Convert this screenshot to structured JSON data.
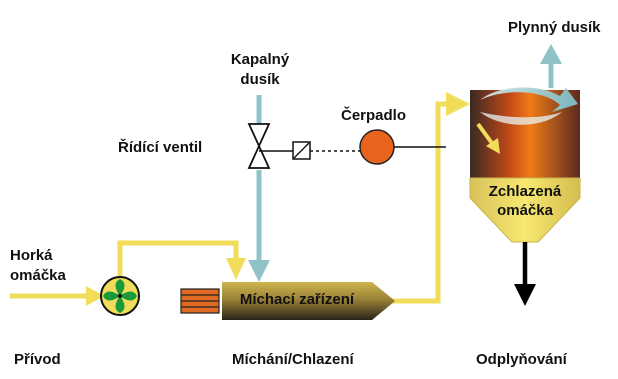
{
  "labels": {
    "gas_nitrogen": "Plynný dusík",
    "liquid_nitrogen_1": "Kapalný",
    "liquid_nitrogen_2": "dusík",
    "control_valve": "Řídící ventil",
    "pump": "Čerpadlo",
    "hot_sauce_1": "Horká",
    "hot_sauce_2": "omáčka",
    "mixer": "Míchací zařízení",
    "cooled_sauce_1": "Zchlazená",
    "cooled_sauce_2": "omáčka"
  },
  "stages": {
    "feed": "Přívod",
    "mixing_cooling": "Míchání/Chlazení",
    "degassing": "Odplyňování"
  },
  "colors": {
    "sauce_line": "#f2dd5a",
    "nitrogen_line": "#8fc3c8",
    "pump_fill": "#e8641c",
    "feeder_fill": "#1a9a3a",
    "mixer_fill": "#a88a3a"
  }
}
